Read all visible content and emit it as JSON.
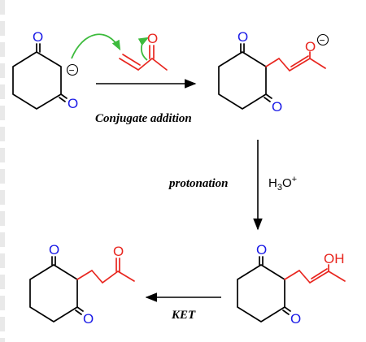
{
  "labels": {
    "step1": "Conjugate addition",
    "step2": "protonation",
    "step2_reagent_main": "H",
    "step2_reagent_sub": "3",
    "step2_reagent_tail": "O",
    "step2_reagent_sup": "+",
    "step3": "KET"
  },
  "atoms": {
    "oxygen": "O",
    "hydroxyl": "OH",
    "negative_charge": "−"
  },
  "colors": {
    "diketone": "#1a1ae6",
    "michael_acceptor": "#e8261f",
    "electron_arrow": "#3dbb3d",
    "skeleton": "#000000"
  }
}
